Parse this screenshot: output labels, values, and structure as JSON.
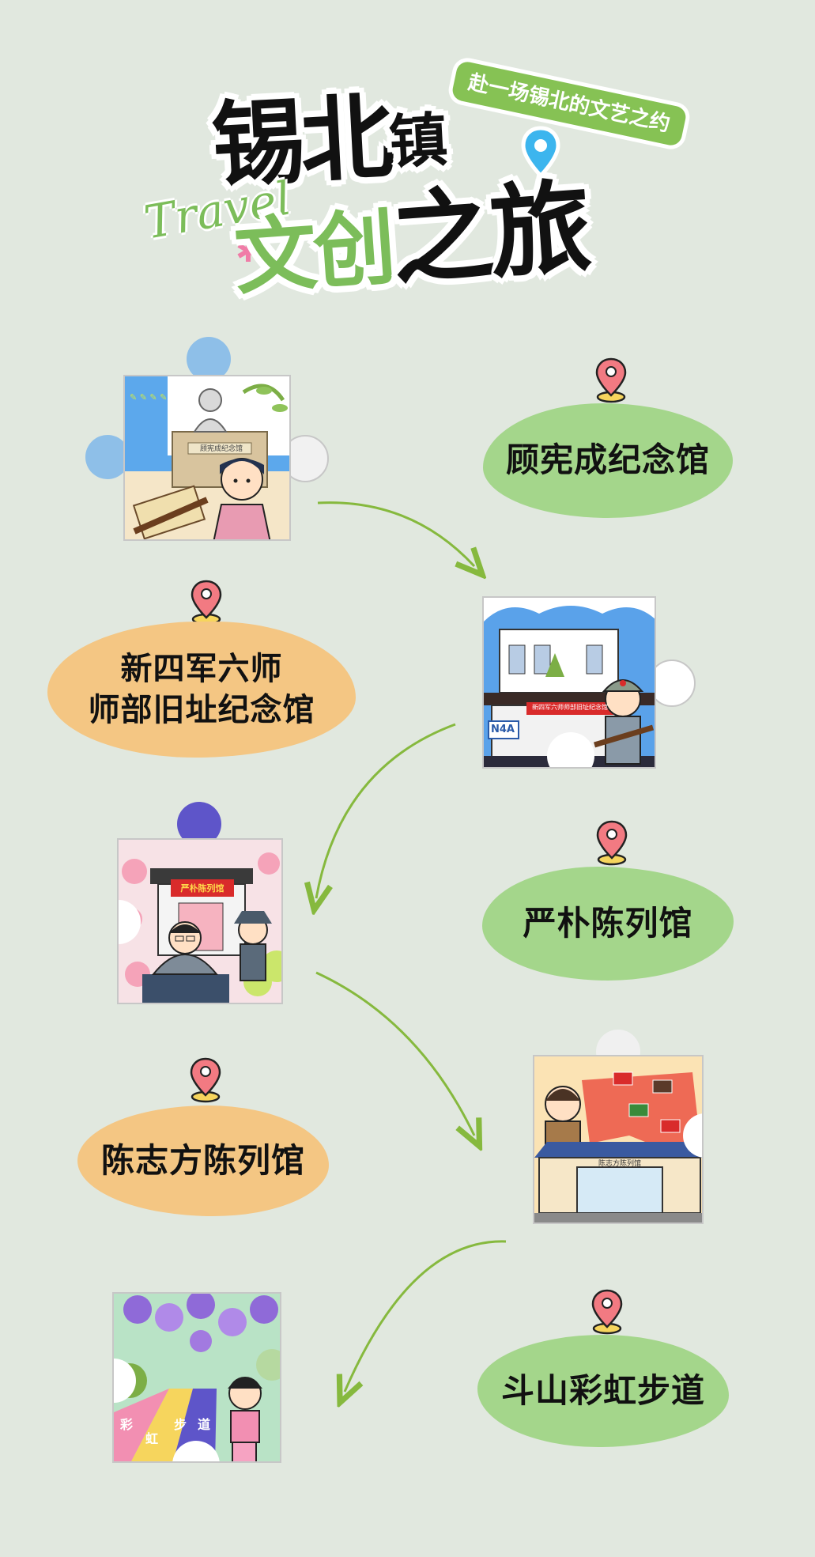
{
  "header": {
    "title_line1_a": "锡北",
    "title_line1_b": "镇",
    "title_line2_a": "文创",
    "title_line2_b": "之旅",
    "subtitle": "赴一场锡北的文艺之约",
    "travel_script": "Travel",
    "accent_green": "#7cbd5a",
    "accent_pink": "#f07ca7",
    "pin_blue": "#3cb5ee"
  },
  "stops": [
    {
      "name": "顾宪成纪念馆",
      "blob_color": "#a4d68b",
      "scene_icons": [
        "statue-icon",
        "scroll-icon",
        "girl-figure-icon"
      ]
    },
    {
      "name": "新四军六师\n师部旧址纪念馆",
      "blob_color": "#f4c683",
      "scene_icons": [
        "building-icon",
        "soldier-figure-icon",
        "n4a-sign-icon"
      ]
    },
    {
      "name": "严朴陈列馆",
      "blob_color": "#a4d68b",
      "scene_icons": [
        "museum-gate-icon",
        "bust-icon",
        "child-figure-icon"
      ]
    },
    {
      "name": "陈志方陈列馆",
      "blob_color": "#f4c683",
      "scene_icons": [
        "map-icon",
        "boy-figure-icon",
        "museum-building-icon"
      ]
    },
    {
      "name": "斗山彩虹步道",
      "blob_color": "#a4d68b",
      "scene_icons": [
        "wisteria-icon",
        "rainbow-path-icon",
        "runner-figure-icon"
      ]
    }
  ],
  "scene_texts": {
    "sign1": "顾宪成纪念馆",
    "sign2": "新四军六师师部旧址纪念馆",
    "n4a": "N4A",
    "sign3": "严朴陈列馆",
    "sign4": "陈志方陈列馆",
    "path_chars": [
      "彩",
      "虹",
      "步",
      "道"
    ]
  },
  "colors": {
    "background": "#e1e8df",
    "pin_red": "#f27a82",
    "pin_yellow": "#f6d55d",
    "arrow": "#86b93e"
  }
}
